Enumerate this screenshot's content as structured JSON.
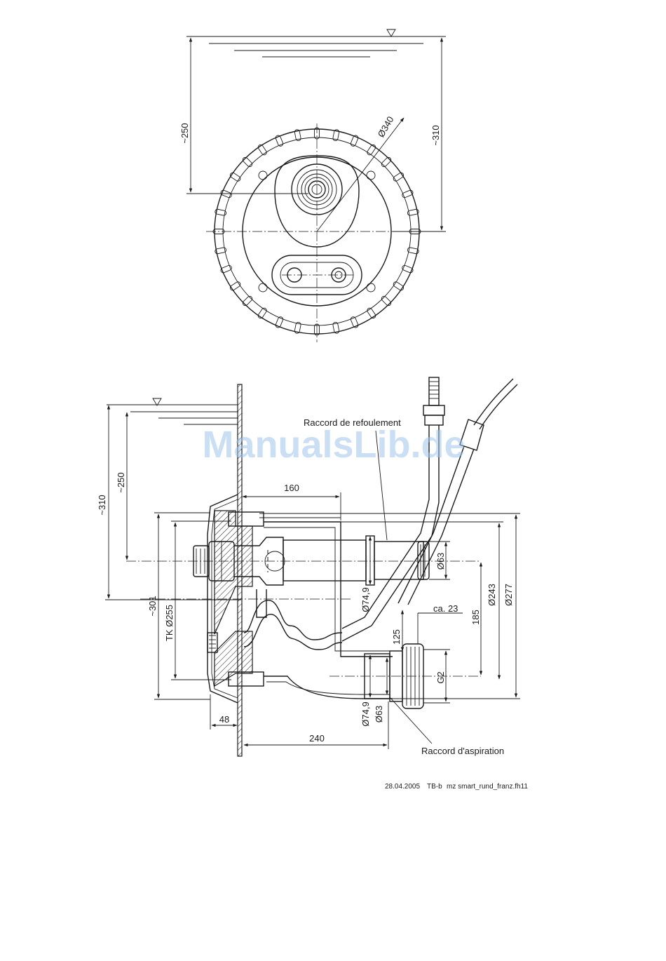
{
  "top_view": {
    "dimensions": {
      "depth_250": "~250",
      "depth_310": "~310",
      "diameter_340": "Ø340"
    }
  },
  "section_view": {
    "dimensions": {
      "depth_310": "~310",
      "depth_250": "~250",
      "width_160": "160",
      "diameter_63_top": "Ø63",
      "diameter_74_9_top": "Ø74,9",
      "diameter_243": "Ø243",
      "diameter_277": "Ø277",
      "ca_23": "ca. 23",
      "dim_185": "185",
      "dim_125": "125",
      "thread_g2": "G2",
      "diameter_74_9_bottom": "Ø74,9",
      "diameter_63_bottom": "Ø63",
      "dim_301": "~301",
      "tk_255": "TK Ø255",
      "dim_48": "48",
      "dim_240": "240"
    },
    "labels": {
      "outlet": "Raccord de refoulement",
      "suction": "Raccord d'aspiration"
    }
  },
  "footer": {
    "date": "28.04.2005",
    "ref": "TB-b",
    "file": "mz smart_rund_franz.fh11"
  },
  "watermark": "ManualsLib.de",
  "colors": {
    "ink": "#1a1a1a",
    "watermark": "#9ec4ea",
    "background": "#ffffff"
  }
}
